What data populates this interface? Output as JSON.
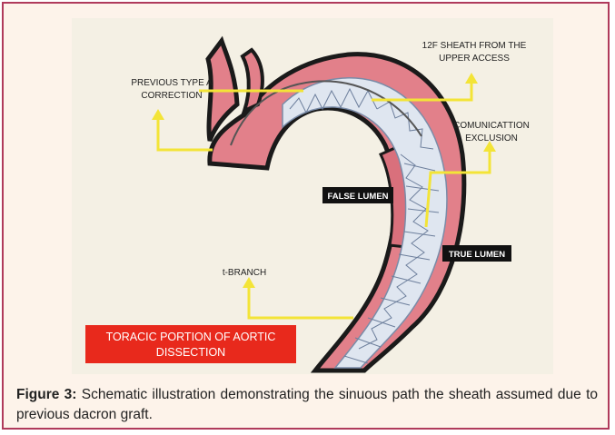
{
  "figure": {
    "labels": {
      "previous_type_a": [
        "PREVIOUS TYPE A",
        "CORRECTION"
      ],
      "sheath": [
        "12F SHEATH FROM THE",
        "UPPER ACCESS"
      ],
      "communication": [
        "COMUNICATTION",
        "EXCLUSION"
      ],
      "false_lumen": "FALSE LUMEN",
      "true_lumen": "TRUE LUMEN",
      "t_branch": "t-BRANCH",
      "toracic": [
        "TORACIC PORTION OF AORTIC",
        "DISSECTION"
      ]
    },
    "colors": {
      "frame_border": "#b03a5b",
      "aorta_fill": "#e2808a",
      "aorta_outline": "#1a1a1a",
      "stent_fill": "#dfe6f0",
      "pointer_yellow": "#f3e437",
      "red_banner": "#e8291c"
    }
  },
  "caption": {
    "label": "Figure 3:",
    "text": " Schematic illustration demonstrating the sinuous path the sheath assumed due to previous dacron graft."
  }
}
